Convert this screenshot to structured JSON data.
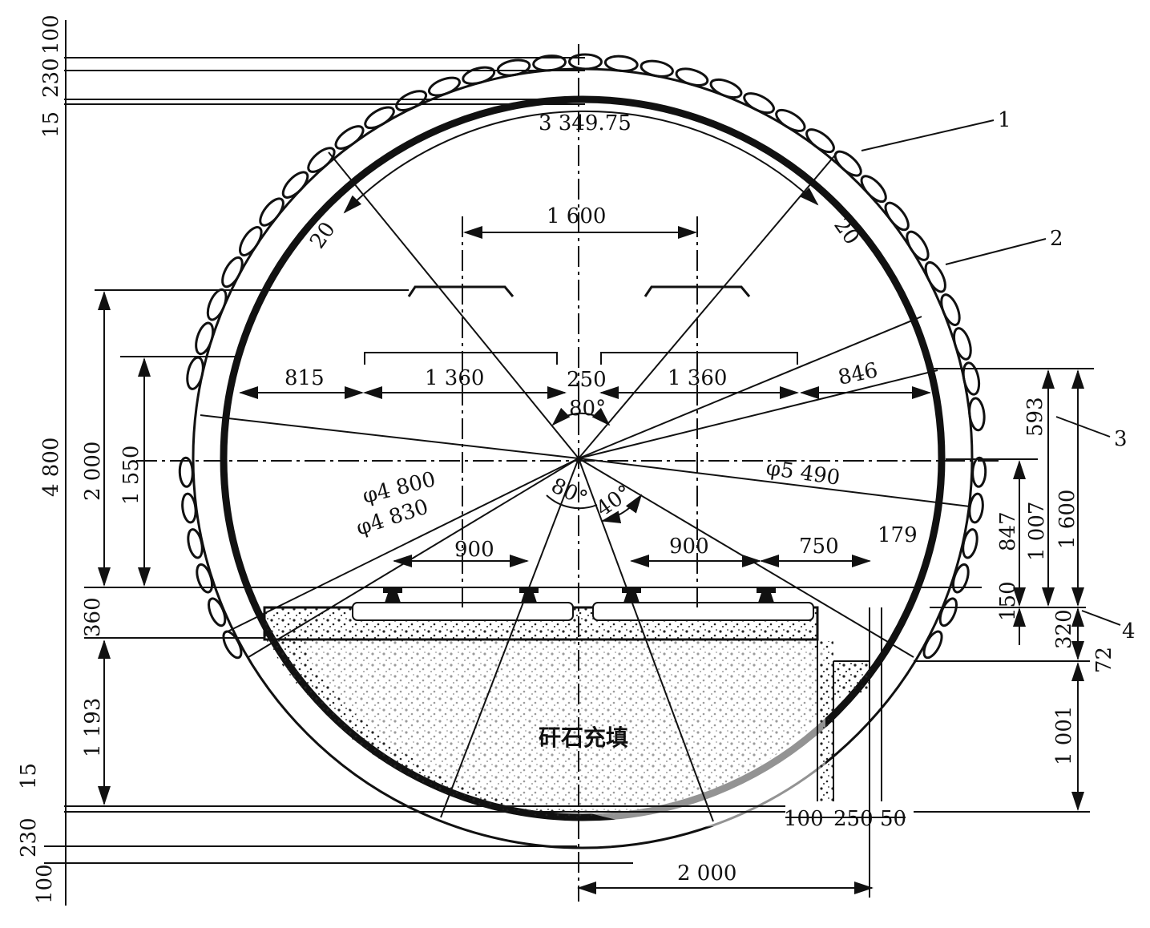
{
  "title": "Circular tunnel cross-section drawing",
  "fill_label": "矸石充填",
  "left_dims": {
    "d100_top": "100",
    "d230_top": "230",
    "d15_top": "15",
    "d4800": "4 800",
    "d2000": "2 000",
    "d1550": "1 550",
    "d360": "360",
    "d1193": "1 193",
    "d15_bot": "15",
    "d230_bot": "230",
    "d100_bot": "100"
  },
  "top_dims": {
    "arc": "3 349.75",
    "angle_left": "20",
    "angle_right": "20",
    "gauge": "1 600"
  },
  "mid_dims": {
    "d815": "815",
    "d1360a": "1 360",
    "d250": "250",
    "d1360b": "1 360",
    "d846": "846",
    "angle80_top": "80°",
    "phi4800": "φ4 800",
    "phi4830": "φ4 830",
    "angle80_bot": "80°",
    "angle40": "40°",
    "phi5490": "φ5 490"
  },
  "rail_dims": {
    "d900a": "900",
    "d900b": "900",
    "d750": "750",
    "d179": "179"
  },
  "right_dims": {
    "d593": "593",
    "d1600": "1 600",
    "d1007": "1 007",
    "d847": "847",
    "d150": "150",
    "d320": "320",
    "d72": "72",
    "d1001": "1 001"
  },
  "bottom_dims": {
    "d100": "100",
    "d250": "250",
    "d50": "50",
    "d2000": "2 000"
  },
  "callouts": [
    "1",
    "2",
    "3",
    "4"
  ]
}
